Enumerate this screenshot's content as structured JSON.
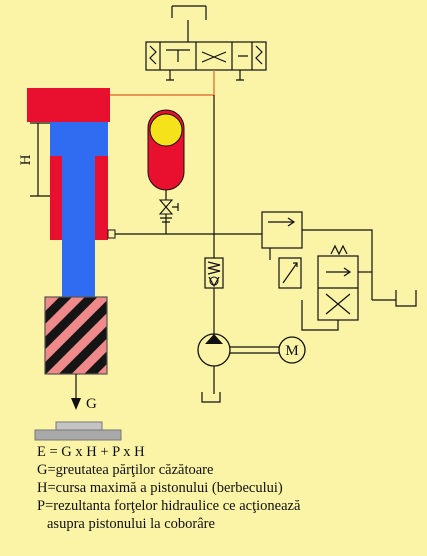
{
  "labels": {
    "stroke_height": "H",
    "weight": "G",
    "motor": "M"
  },
  "legend": {
    "formula": "E = G x H + P x H",
    "g_def": "G=greutatea părţilor căzătoare",
    "h_def": "H=cursa maximă a pistonului (berbecului)",
    "p_def_1": "P=rezultanta forţelor hidraulice ce acţionează",
    "p_def_2": "asupra pistonului la coborâre"
  },
  "colors": {
    "background": "#fbf3a6",
    "cylinder": "#e8102e",
    "piston": "#2f6cf2",
    "accumulator_gas": "#f6e21a",
    "hammer_stripe_dark": "#151515",
    "hammer_stripe_light": "#f08a8a",
    "anvil": "#a9a9a9"
  }
}
